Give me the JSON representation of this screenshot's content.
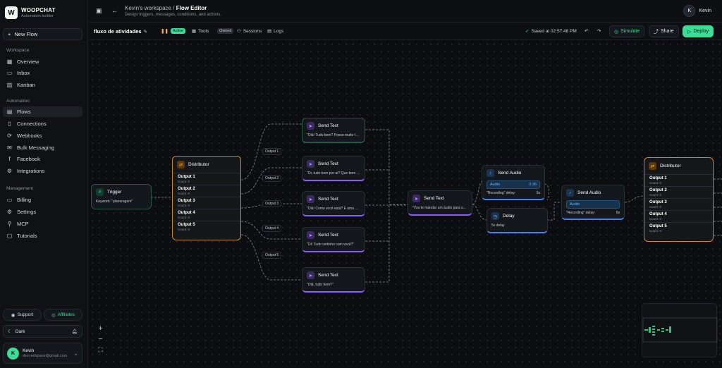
{
  "app": {
    "name": "WOOPCHAT",
    "subtitle": "Automation builder"
  },
  "sidebar": {
    "new_flow": "New Flow",
    "workspace_label": "Workspace",
    "workspace_items": [
      {
        "label": "Overview"
      },
      {
        "label": "Inbox"
      },
      {
        "label": "Kanban"
      }
    ],
    "automation_label": "Automation",
    "automation_items": [
      {
        "label": "Flows"
      },
      {
        "label": "Connections"
      },
      {
        "label": "Webhooks"
      },
      {
        "label": "Bulk Messaging"
      },
      {
        "label": "Facebook"
      },
      {
        "label": "Integrations"
      }
    ],
    "management_label": "Management",
    "management_items": [
      {
        "label": "Billing"
      },
      {
        "label": "Settings"
      },
      {
        "label": "MCP"
      },
      {
        "label": "Tutorials"
      }
    ],
    "support": "Support",
    "affiliates": "Affiliates",
    "theme": "Dark",
    "user": {
      "initial": "K",
      "name": "Kevin",
      "email": "dev.redspace@gmail.com"
    }
  },
  "header": {
    "workspace": "Kevin's workspace",
    "separator": "/",
    "page": "Flow Editor",
    "subtitle": "Design triggers, messages, conditions, and actions.",
    "user_initial": "K",
    "user_name": "Kevin"
  },
  "toolbar": {
    "flow_name": "fluxo de atividades",
    "status": "Active",
    "tools": "Tools",
    "owned": "Owned",
    "sessions": "Sessions",
    "logs": "Logs",
    "saved": "Saved at 02:57:48 PM",
    "simulate": "Simulate",
    "share": "Share",
    "deploy": "Deploy"
  },
  "nodes": {
    "trigger": {
      "title": "Trigger",
      "body": "Keyword: \"planeragem\""
    },
    "dist1": {
      "title": "Distributor",
      "outputs": [
        {
          "name": "Output 1",
          "count": "Count: 0"
        },
        {
          "name": "Output 2",
          "count": "Count: 0"
        },
        {
          "name": "Output 3",
          "count": "Count: 0"
        },
        {
          "name": "Output 4",
          "count": "Count: 0"
        },
        {
          "name": "Output 5",
          "count": "Count: 0"
        }
      ]
    },
    "edge_labels": [
      "Output 1",
      "Output 2",
      "Output 3",
      "Output 4",
      "Output 5"
    ],
    "st1": {
      "title": "Send Text",
      "body": "\"Olá! Tudo bem? Posso muito falar em..."
    },
    "st2": {
      "title": "Send Text",
      "body": "\"Oi, tudo bem por aí? Que bom rece..."
    },
    "st3": {
      "title": "Send Text",
      "body": "\"Olá! Como você está? É uma alegr..."
    },
    "st4": {
      "title": "Send Text",
      "body": "\"Oi! Tudo certinho com você?\""
    },
    "st5": {
      "title": "Send Text",
      "body": "\"Olá, tudo bem?\""
    },
    "st6": {
      "title": "Send Text",
      "body": "\"Vou te mandar um áudio para ser m..."
    },
    "sa1": {
      "title": "Send Audio",
      "audio": "Audio",
      "duration": "0:36",
      "rec": "\"Recording\" delay:",
      "rec_val": "5s"
    },
    "delay": {
      "title": "Delay",
      "body": "5s delay"
    },
    "sa2": {
      "title": "Send Audio",
      "audio": "Audio",
      "rec": "\"Recording\" delay:",
      "rec_val": "6s"
    },
    "dist2": {
      "title": "Distributor",
      "outputs": [
        {
          "name": "Output 1",
          "count": "Count: 0"
        },
        {
          "name": "Output 2",
          "count": "Count: 0"
        },
        {
          "name": "Output 3",
          "count": "Count: 0"
        },
        {
          "name": "Output 4",
          "count": "Count: 0"
        },
        {
          "name": "Output 5",
          "count": "Count: 0"
        }
      ]
    }
  },
  "canvas_controls": {
    "zoom_in": "+",
    "zoom_out": "−",
    "fit": "⛶"
  },
  "colors": {
    "accent": "#3ddc97",
    "distributor": "#c98a24",
    "send_text": "#8b5cf6",
    "audio": "#3b82f6"
  },
  "icons": {
    "logo": "woopchat-logo",
    "send": "send-icon",
    "audio": "speaker-icon",
    "delay": "clock-icon",
    "trigger": "hash-icon",
    "distributor": "shuffle-icon"
  }
}
